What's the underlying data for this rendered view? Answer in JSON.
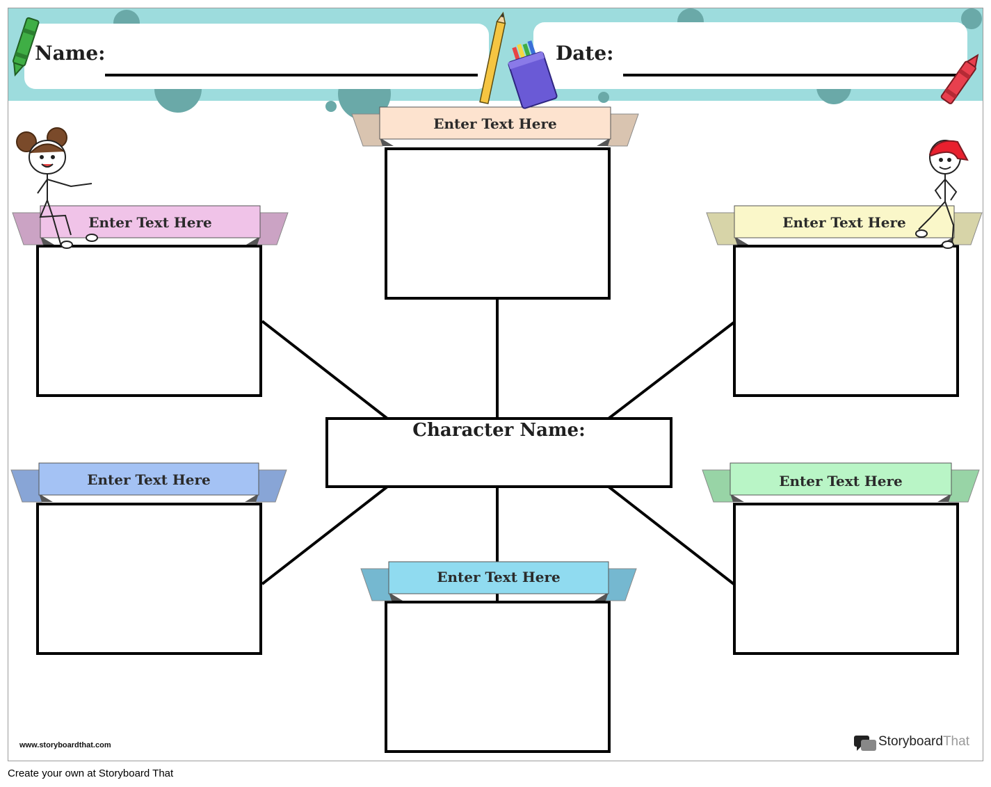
{
  "header": {
    "name_label": "Name:",
    "date_label": "Date:"
  },
  "center": {
    "title": "Character Name:"
  },
  "banners": [
    {
      "id": "top-center",
      "label": "Enter Text Here",
      "color": "#fde3cf",
      "tail": "#d9c4b0"
    },
    {
      "id": "top-left",
      "label": "Enter Text Here",
      "color": "#f0c3e8",
      "tail": "#cba3c4"
    },
    {
      "id": "top-right",
      "label": "Enter Text Here",
      "color": "#faf7c9",
      "tail": "#d7d4a8"
    },
    {
      "id": "bottom-left",
      "label": "Enter Text Here",
      "color": "#a4c2f4",
      "tail": "#88a5d6"
    },
    {
      "id": "bottom-center",
      "label": "Enter Text Here",
      "color": "#90dbf0",
      "tail": "#75b8d0"
    },
    {
      "id": "bottom-right",
      "label": "Enter Text Here",
      "color": "#b9f5c6",
      "tail": "#98d4a6"
    }
  ],
  "footer": {
    "url": "www.storyboardthat.com",
    "brand_main": "Storyboard",
    "brand_light": "That",
    "caption": "Create your own at Storyboard That"
  },
  "colors": {
    "header_band": "#9ddcdd",
    "header_dots": "#6aa9a8"
  },
  "icons": [
    "green-crayon-icon",
    "pencil-icon",
    "crayon-box-icon",
    "red-crayon-icon",
    "girl-character-icon",
    "boy-character-icon",
    "storyboardthat-logo-icon"
  ]
}
